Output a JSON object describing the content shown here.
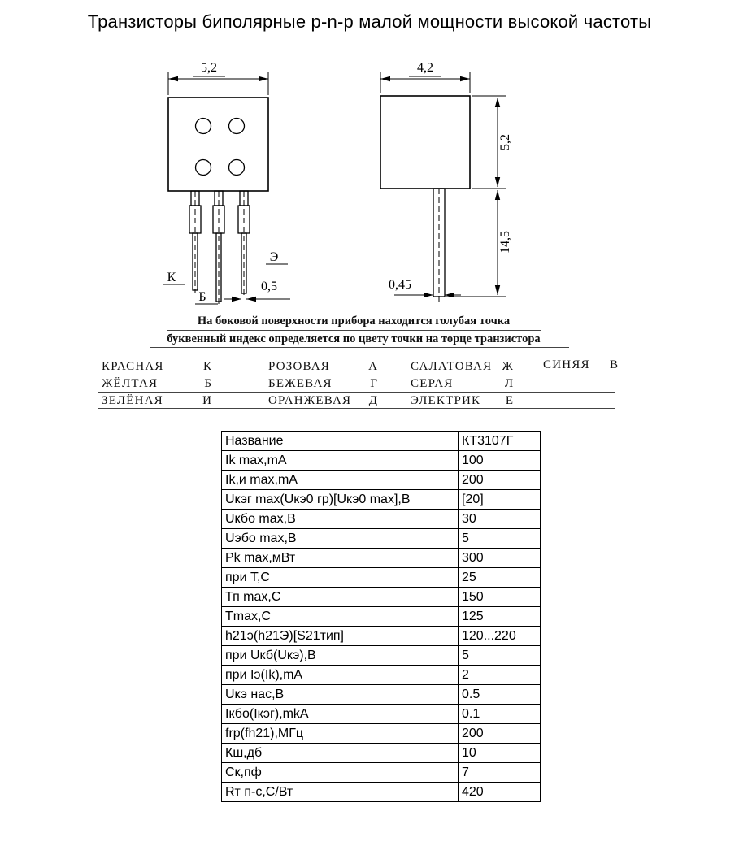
{
  "page": {
    "title": "Транзисторы биполярные p-n-p малой мощности высокой частоты"
  },
  "front_view": {
    "dim_width": "5,2",
    "dim_lead_width": "0,5",
    "pin_collector": "К",
    "pin_base": "Б",
    "pin_emitter": "Э"
  },
  "side_view": {
    "dim_width": "4,2",
    "dim_height": "5,2",
    "dim_lead_length": "14,5",
    "dim_lead_width": "0,45"
  },
  "notes": {
    "line1": "На боковой поверхности прибора находится голубая точка",
    "line2": "буквенный индекс определяется по цвету точки на торце транзистора"
  },
  "color_codes": [
    {
      "name": "КРАСНАЯ",
      "code": "К"
    },
    {
      "name": "РОЗОВАЯ",
      "code": "А"
    },
    {
      "name": "САЛАТОВАЯ",
      "code": "Ж"
    },
    {
      "name": "СИНЯЯ",
      "code": "В"
    },
    {
      "name": "ЖЁЛТАЯ",
      "code": "Б"
    },
    {
      "name": "БЕЖЕВАЯ",
      "code": "Г"
    },
    {
      "name": "СЕРАЯ",
      "code": "Л"
    },
    {
      "name": "ЗЕЛЁНАЯ",
      "code": "И"
    },
    {
      "name": "ОРАНЖЕВАЯ",
      "code": "Д"
    },
    {
      "name": "ЭЛЕКТРИК",
      "code": "Е"
    }
  ],
  "parameters": {
    "rows": [
      {
        "label": "Название",
        "value": "КТ3107Г"
      },
      {
        "label": "Ik max,mA",
        "value": "100"
      },
      {
        "label": "Ik,и max,mA",
        "value": "200"
      },
      {
        "label": "Uкэг max(Uкэ0 гр)[Uкэ0 max],В",
        "value": "[20]"
      },
      {
        "label": "Uкбо max,В",
        "value": "30"
      },
      {
        "label": "Uэбо max,В",
        "value": "5"
      },
      {
        "label": "Pk max,мВт",
        "value": "300"
      },
      {
        "label": "при Т,С",
        "value": "25"
      },
      {
        "label": "Тп max,С",
        "value": "150"
      },
      {
        "label": "Tmax,С",
        "value": "125"
      },
      {
        "label": "h21э(h21Э)[S21тип]",
        "value": "120...220"
      },
      {
        "label": "при Uкб(Uкэ),В",
        "value": "5"
      },
      {
        "label": "при Iэ(Ik),mA",
        "value": "2"
      },
      {
        "label": "Uкэ нас,В",
        "value": "0.5"
      },
      {
        "label": "Iкбо(Iкэг),mkA",
        "value": "0.1"
      },
      {
        "label": "frp(fh21),МГц",
        "value": "200"
      },
      {
        "label": "Кш,дб",
        "value": "10"
      },
      {
        "label": "Ск,пф",
        "value": "7"
      },
      {
        "label": "Rт п-с,С/Вт",
        "value": "420"
      }
    ]
  }
}
